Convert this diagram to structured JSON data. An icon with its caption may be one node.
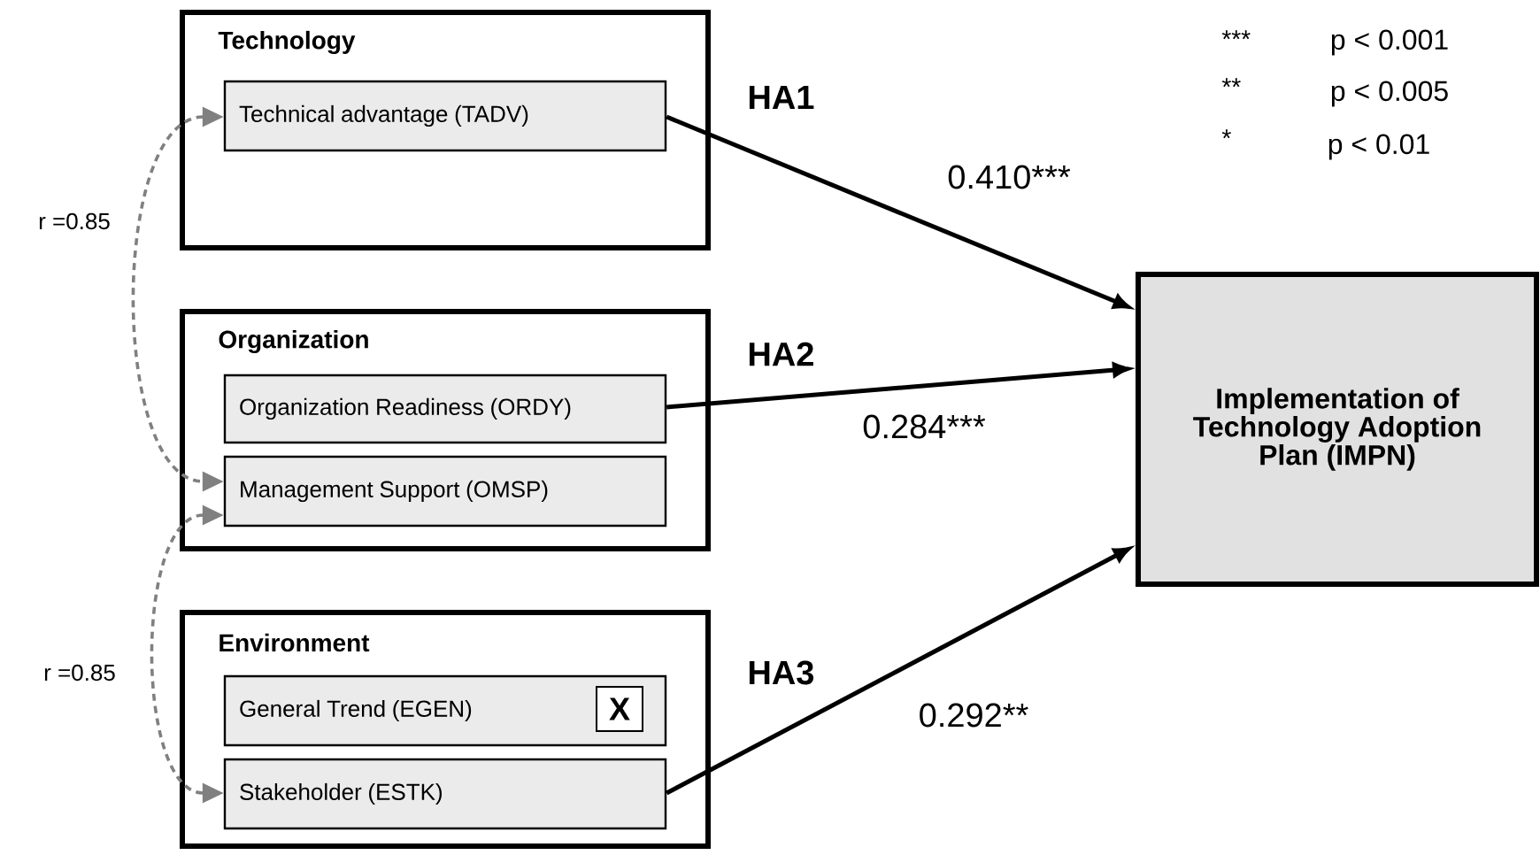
{
  "diagram": {
    "nodes": [
      {
        "text": [
          "Technology"
        ]
      },
      {
        "text": [
          "Technical advantage (TADV)"
        ],
        "in": 0
      },
      {
        "text": [
          "Organization"
        ]
      },
      {
        "text": [
          "Organization Readiness (ORDY)"
        ],
        "in": 2
      },
      {
        "text": [
          "Management Support (OMSP)"
        ],
        "in": 2
      },
      {
        "text": [
          "Environment"
        ]
      },
      {
        "text": [
          "General Trend (EGEN)"
        ],
        "in": 5
      },
      {
        "text": [
          "X"
        ],
        "in": 6
      },
      {
        "text": [
          "Stakeholder (ESTK)"
        ],
        "in": 5
      },
      {
        "text": [
          "Implementation of Technology Adoption Plan (IMPN)"
        ]
      }
    ],
    "edges": [
      {
        "from": 1,
        "to": 9,
        "arrow": "to",
        "label": "0.410***"
      },
      {
        "from": 3,
        "to": 9,
        "arrow": "to",
        "label": "0.284***"
      },
      {
        "from": 8,
        "to": 9,
        "arrow": "to",
        "label": "0.292**"
      },
      {
        "from": 1,
        "to": 4,
        "arrow": "both",
        "label": "r =0.85",
        "style": "dashed",
        "color": "#808080"
      },
      {
        "from": 4,
        "to": 8,
        "arrow": "both",
        "label": "r =0.85",
        "style": "dashed",
        "color": "#808080"
      }
    ],
    "labels": [
      "***",
      "p < 0.001",
      "HA1",
      "**",
      "p < 0.005",
      "*",
      "p < 0.01",
      "HA2",
      "HA3"
    ]
  }
}
